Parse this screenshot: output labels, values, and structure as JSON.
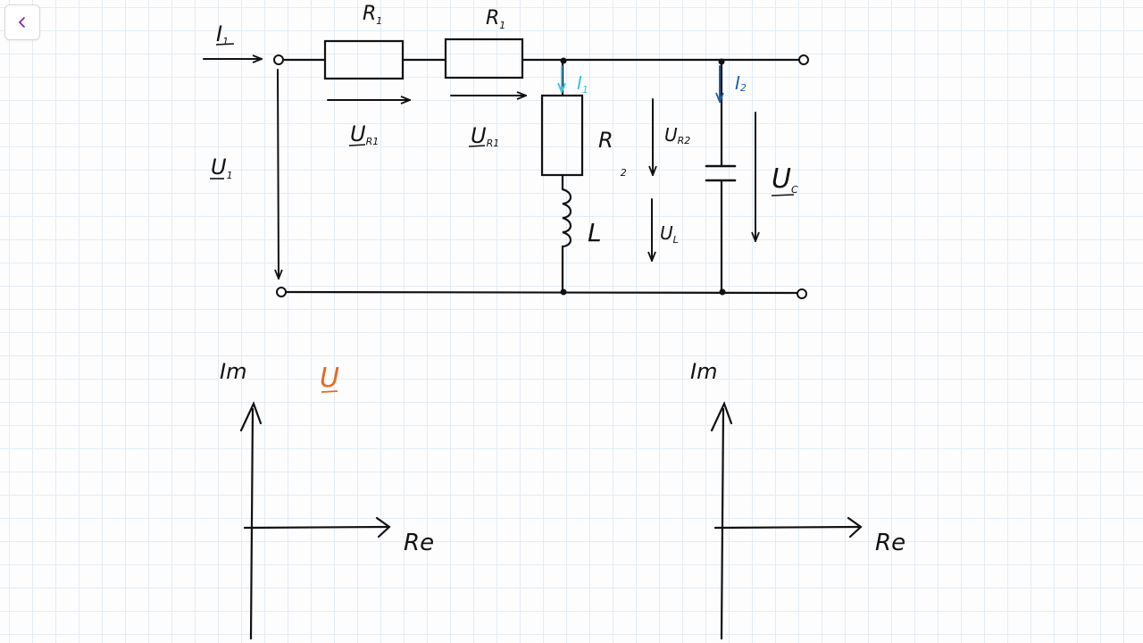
{
  "ui": {
    "back_icon": "chevron-left-icon",
    "accent": "#7a1fa2"
  },
  "colors": {
    "ink": "#111111",
    "current_i1": "#3fc0e6",
    "current_i2": "#1f5fa8",
    "voltage_u_marker": "#e46a1f"
  },
  "circuit": {
    "input_current": {
      "main": "I",
      "sub": "1"
    },
    "resistor_1": {
      "main": "R",
      "sub": "1"
    },
    "resistor_2": {
      "main": "R",
      "sub": "1"
    },
    "voltage_r1": {
      "main": "U",
      "sub": "R1"
    },
    "voltage_r2": {
      "main": "U",
      "sub": "R1"
    },
    "input_voltage": {
      "main": "U",
      "sub": "1"
    },
    "branch_current_1": {
      "main": "I",
      "sub": "1"
    },
    "branch_current_2": {
      "main": "I",
      "sub": "2"
    },
    "branch_resistor": {
      "main": "R",
      "sub": "2"
    },
    "branch_resistor_voltage": {
      "main": "U",
      "sub": "R2"
    },
    "inductor": {
      "main": "L"
    },
    "inductor_voltage": {
      "main": "U",
      "sub": "L"
    },
    "capacitor_voltage": {
      "main": "U",
      "sub": "C"
    }
  },
  "phasor_diagrams": [
    {
      "imag_axis_label": "Im",
      "real_axis_label": "Re",
      "marker": "U"
    },
    {
      "imag_axis_label": "Im",
      "real_axis_label": "Re"
    }
  ]
}
